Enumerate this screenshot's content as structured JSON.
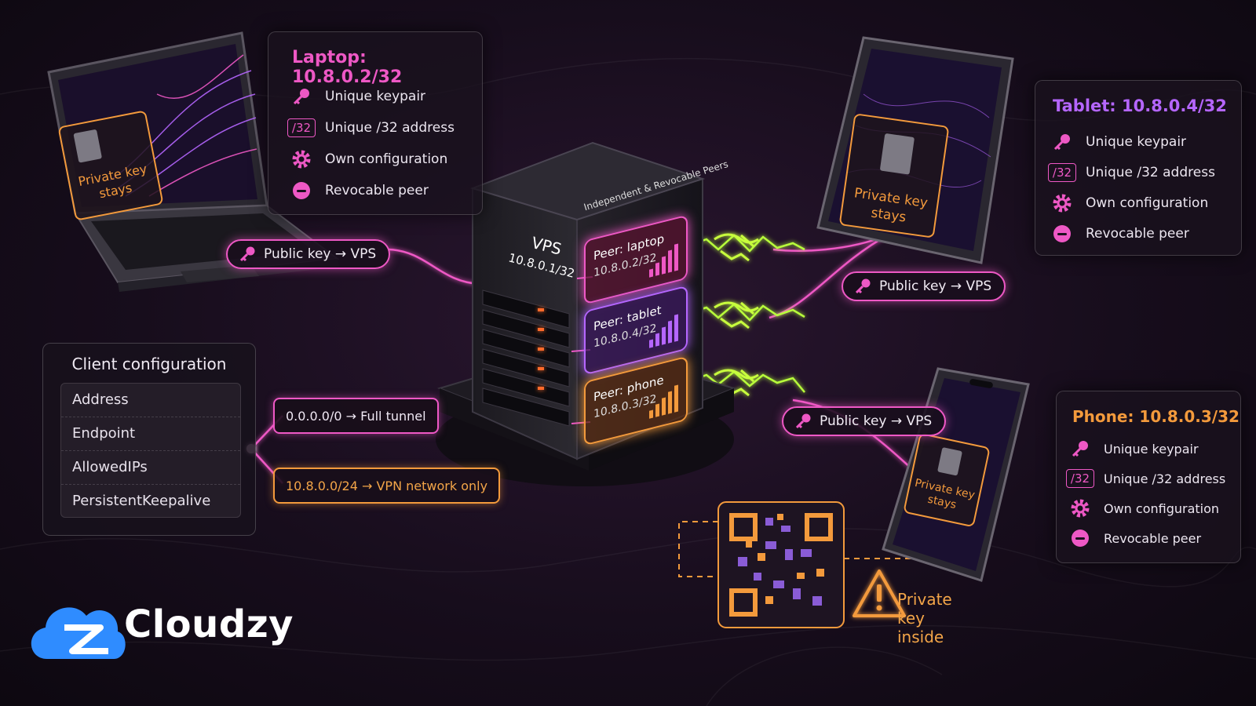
{
  "colors": {
    "pink": "#ee58c5",
    "purple": "#b566ff",
    "orange": "#f39a3c",
    "green": "#b8ff3a",
    "blue": "#2f8cff"
  },
  "server": {
    "heading": "Independent & Revocable Peers",
    "name": "VPS",
    "ip": "10.8.0.1/32",
    "peers": [
      {
        "label": "Peer: laptop",
        "ip": "10.8.0.2/32"
      },
      {
        "label": "Peer: tablet",
        "ip": "10.8.0.4/32"
      },
      {
        "label": "Peer: phone",
        "ip": "10.8.0.3/32"
      }
    ]
  },
  "laptop": {
    "title": "Laptop: 10.8.0.2/32",
    "screen_label": "Private key stays",
    "features": [
      "Unique keypair",
      "Unique /32 address",
      "Own configuration",
      "Revocable peer"
    ],
    "pill": "Public key → VPS"
  },
  "tablet": {
    "title": "Tablet: 10.8.0.4/32",
    "screen_label": "Private key stays",
    "features": [
      "Unique keypair",
      "Unique /32 address",
      "Own configuration",
      "Revocable peer"
    ],
    "pill": "Public key → VPS"
  },
  "phone": {
    "title": "Phone: 10.8.0.3/32",
    "screen_label": "Private key stays",
    "features": [
      "Unique keypair",
      "Unique /32 address",
      "Own configuration",
      "Revocable peer"
    ],
    "pill": "Public key → VPS"
  },
  "badge32": "/32",
  "client_config": {
    "title": "Client configuration",
    "fields": [
      "Address",
      "Endpoint",
      "AllowedIPs",
      "PersistentKeepalive"
    ]
  },
  "routes": [
    "0.0.0.0/0 → Full tunnel",
    "10.8.0.0/24 → VPN network only"
  ],
  "qr_warning": "Private key inside",
  "brand": "Cloudzy"
}
